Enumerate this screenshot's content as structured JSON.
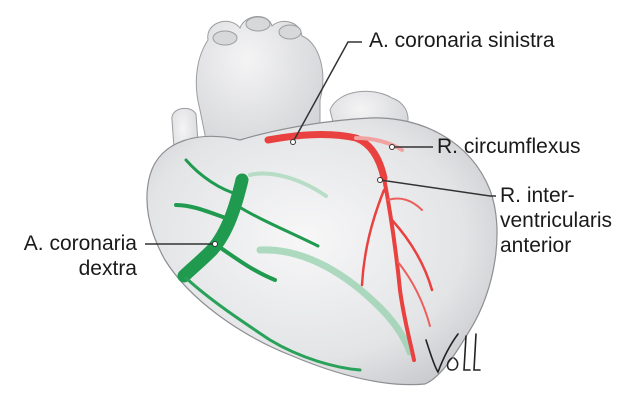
{
  "labels": {
    "coronaria_sinistra": "A. coronaria sinistra",
    "circumflexus": "R. circumflexus",
    "interventricularis": [
      "R. inter-",
      "ventricularis",
      "anterior"
    ],
    "coronaria_dextra": [
      "A. coronaria",
      "dextra"
    ]
  },
  "signature": "Voll",
  "colors": {
    "left_coronary": "#e8413f",
    "right_coronary": "#1f9a4f",
    "heart_fill": "#e9eaeb",
    "outline": "#333333"
  }
}
